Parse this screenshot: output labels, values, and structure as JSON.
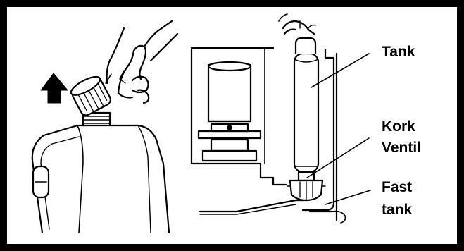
{
  "labels": {
    "tank": "Tank",
    "kork": "Kork",
    "ventil": "Ventil",
    "fast": "Fast",
    "tank2": "tank"
  },
  "icons": {
    "arrow": "up-arrow-icon"
  }
}
